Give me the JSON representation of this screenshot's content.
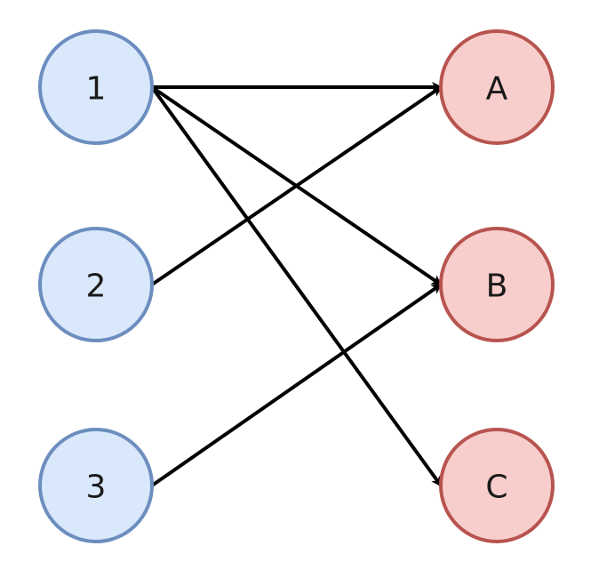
{
  "diagram": {
    "colors": {
      "left_fill": "#dae8fc",
      "left_stroke": "#6c8ebf",
      "right_fill": "#f8cecc",
      "right_stroke": "#b85450",
      "edge": "#000000"
    },
    "left_nodes": [
      {
        "id": "1",
        "label": "1"
      },
      {
        "id": "2",
        "label": "2"
      },
      {
        "id": "3",
        "label": "3"
      }
    ],
    "right_nodes": [
      {
        "id": "A",
        "label": "A"
      },
      {
        "id": "B",
        "label": "B"
      },
      {
        "id": "C",
        "label": "C"
      }
    ],
    "edges": [
      {
        "from": "1",
        "to": "A"
      },
      {
        "from": "1",
        "to": "B"
      },
      {
        "from": "1",
        "to": "C"
      },
      {
        "from": "2",
        "to": "A"
      },
      {
        "from": "3",
        "to": "B"
      }
    ]
  }
}
